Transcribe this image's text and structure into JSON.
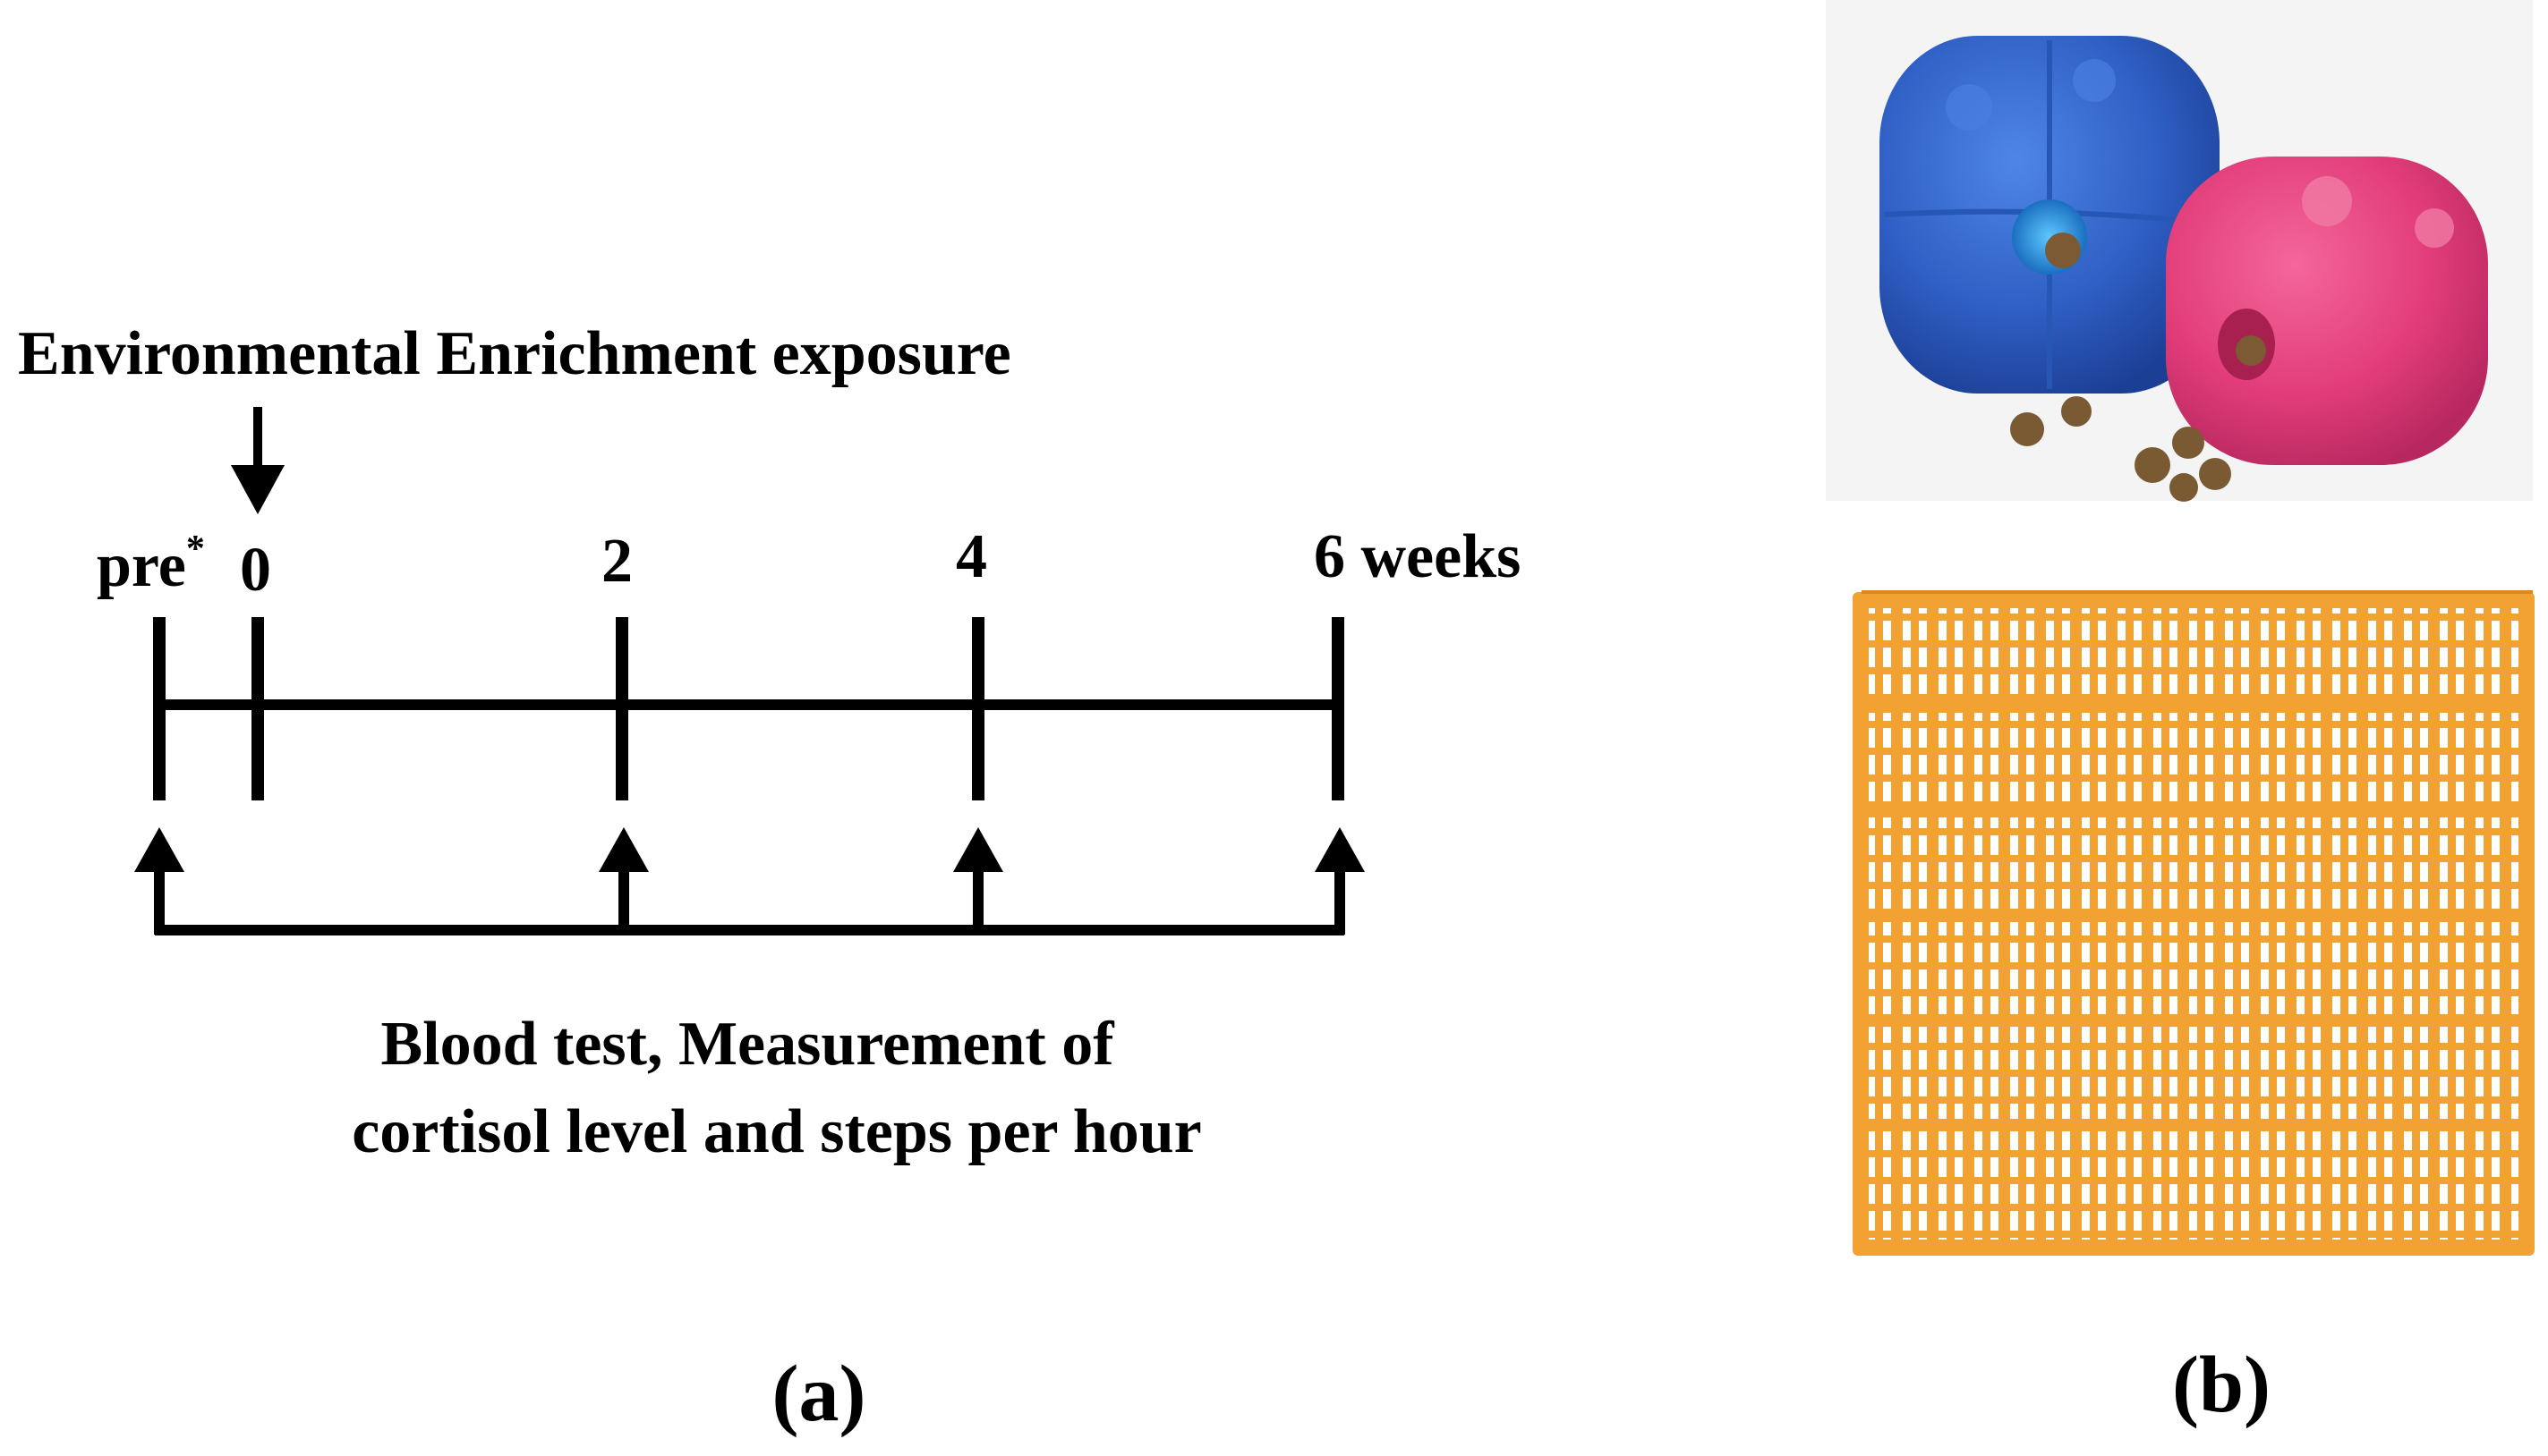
{
  "panel_a": {
    "enrichment_label": "Environmental Enrichment exposure",
    "timepoints": [
      {
        "label": "pre",
        "superscript": "*",
        "week": -0.8
      },
      {
        "label": "0",
        "week": 0
      },
      {
        "label": "2",
        "week": 2
      },
      {
        "label": "4",
        "week": 4
      },
      {
        "label": "6 weeks",
        "week": 6
      }
    ],
    "sampling_weeks": [
      -0.8,
      2,
      4,
      6
    ],
    "measurement_line1": "Blood test, Measurement of",
    "measurement_line2": "cortisol level and steps per hour",
    "caption": "(a)"
  },
  "panel_b": {
    "caption": "(b)",
    "toy_colors": {
      "blue": "#2f5fc4",
      "pink": "#e23d7a"
    },
    "mat_color": "#f2a233"
  }
}
